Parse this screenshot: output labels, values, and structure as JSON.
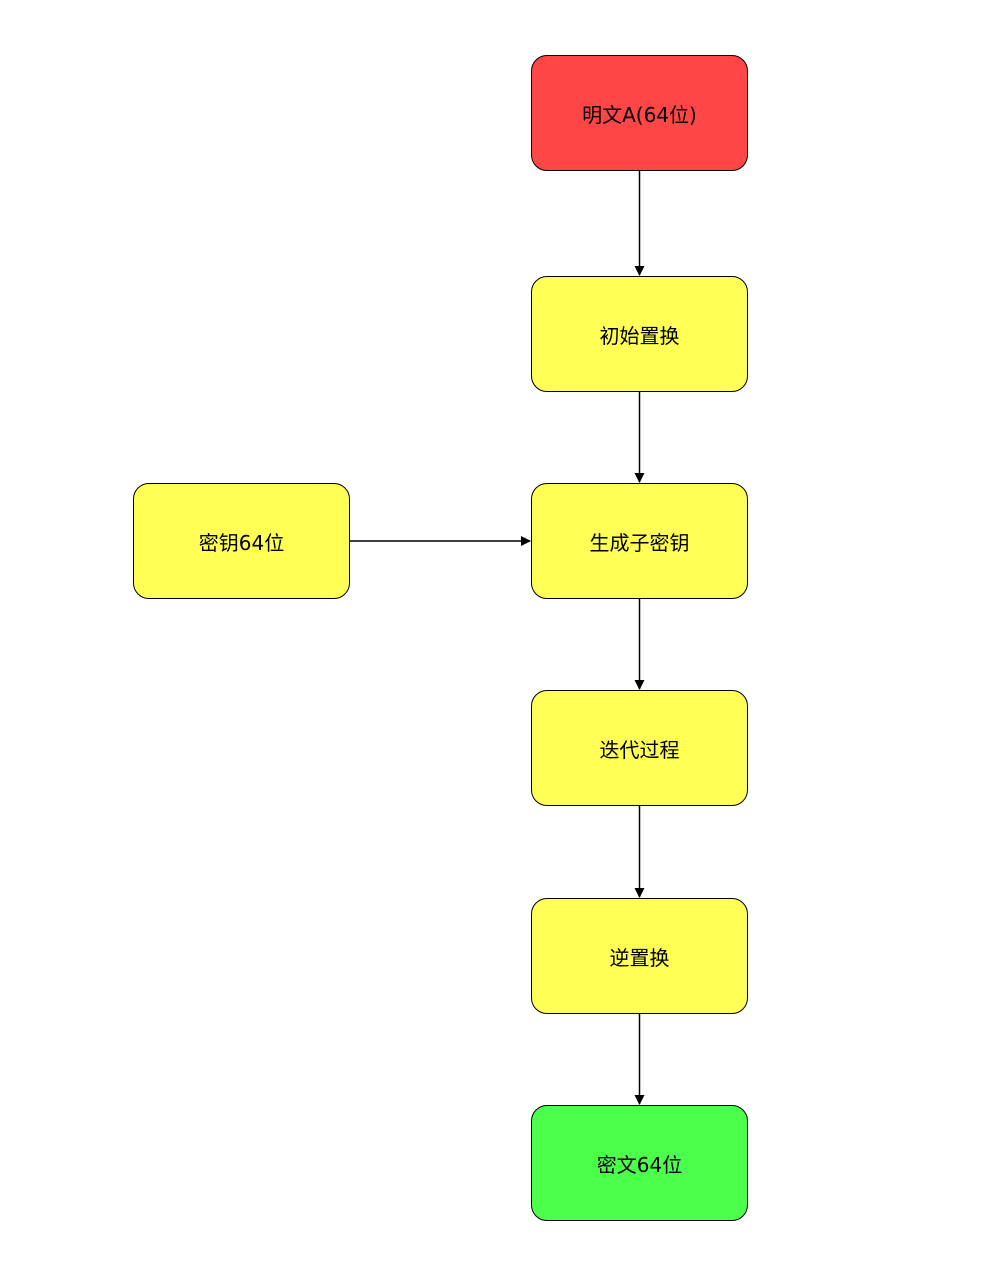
{
  "colors": {
    "start": "#ff4646",
    "process": "#ffff55",
    "end": "#4bff4b",
    "border": "#000000",
    "arrow": "#000000"
  },
  "nodes": {
    "plaintext": "明文A(64位)",
    "initial_permutation": "初始置换",
    "generate_subkeys": "生成子密钥",
    "key": "密钥64位",
    "iteration": "迭代过程",
    "inverse_permutation": "逆置换",
    "ciphertext": "密文64位"
  },
  "edges": [
    {
      "from": "plaintext",
      "to": "initial_permutation"
    },
    {
      "from": "initial_permutation",
      "to": "generate_subkeys"
    },
    {
      "from": "key",
      "to": "generate_subkeys"
    },
    {
      "from": "generate_subkeys",
      "to": "iteration"
    },
    {
      "from": "iteration",
      "to": "inverse_permutation"
    },
    {
      "from": "inverse_permutation",
      "to": "ciphertext"
    }
  ]
}
